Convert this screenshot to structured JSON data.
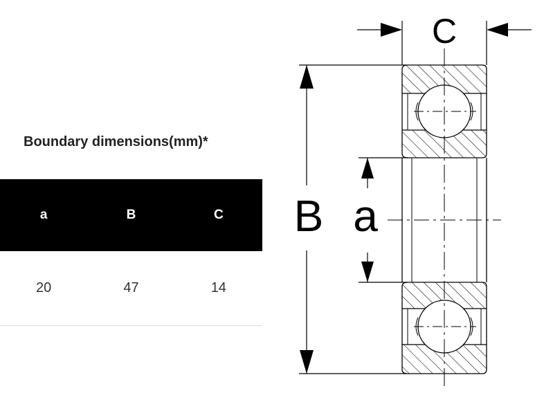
{
  "table": {
    "title": "Boundary dimensions(mm)*",
    "headers": [
      "a",
      "B",
      "C"
    ],
    "rows": [
      [
        "20",
        "47",
        "14"
      ]
    ]
  },
  "diagram": {
    "label_c": "C",
    "label_b": "B",
    "label_a": "a"
  },
  "colors": {
    "header_bg": "#000000",
    "header_text": "#ffffff",
    "line": "#000000"
  }
}
